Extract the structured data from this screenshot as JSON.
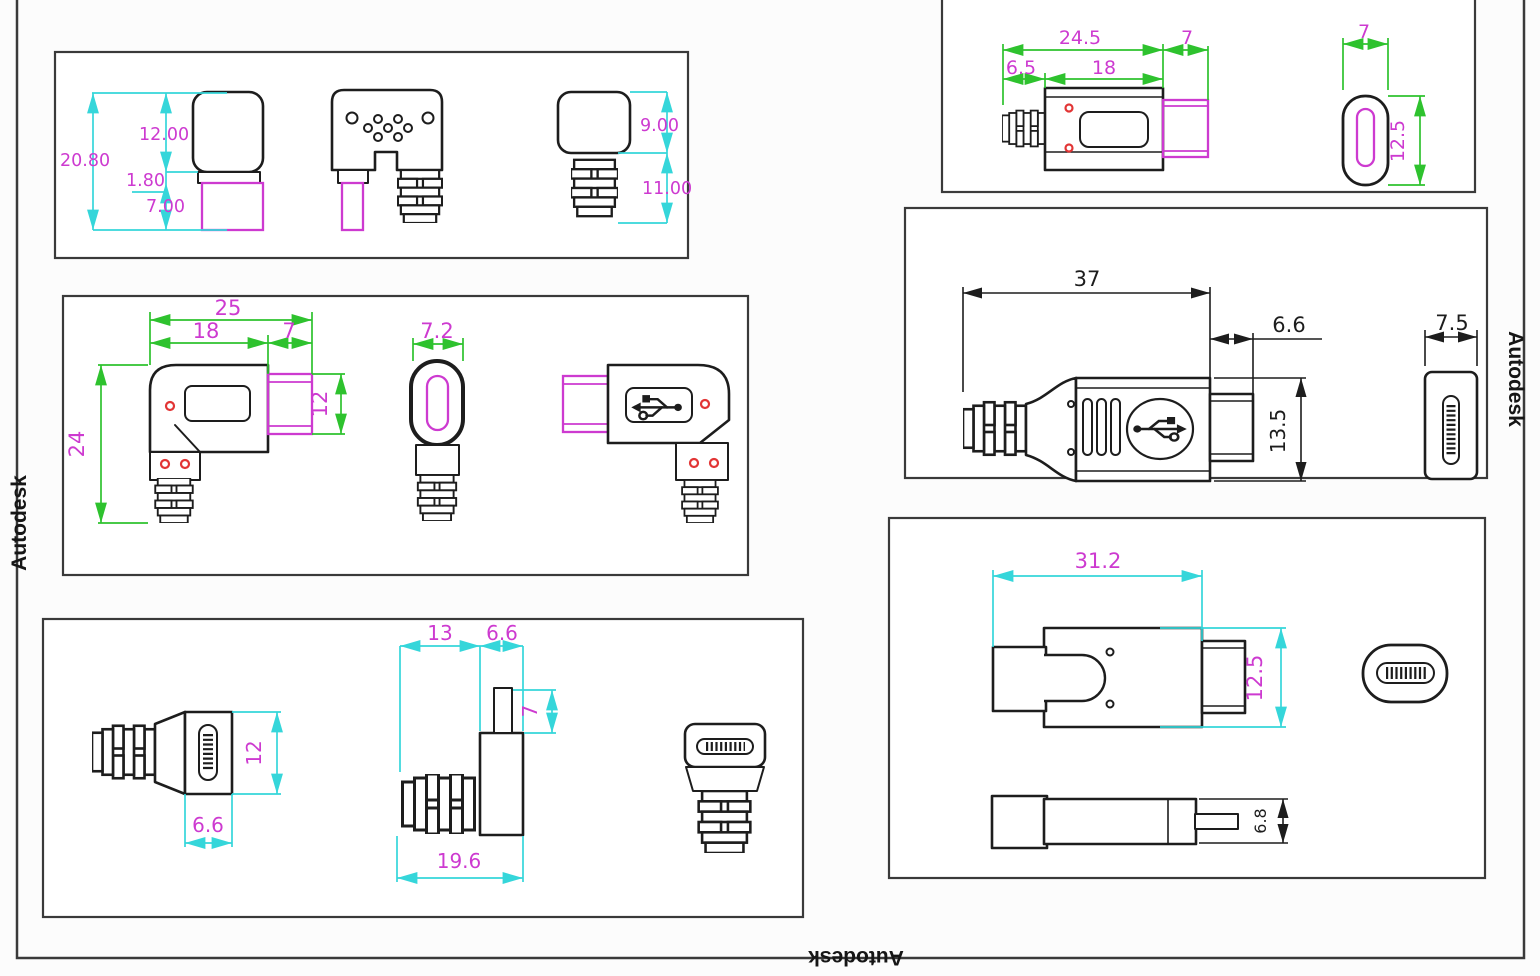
{
  "watermarks": {
    "left": "Autodesk",
    "right": "Autodesk",
    "bottom": "Autodesk"
  },
  "colors": {
    "dimension_line_cyan": "#35d6da",
    "dimension_line_green": "#2ec22e",
    "dimension_text_magenta": "#cd3ad0",
    "outline_black": "#1d1d1d",
    "accent_red": "#e23535"
  },
  "panels": {
    "top_left": {
      "dims": {
        "overall_height": "20.80",
        "body_height": "12.00",
        "neck_height": "1.80",
        "plug_height": "7.00",
        "cap_height": "9.00",
        "boot_height": "11.00"
      }
    },
    "middle_left": {
      "dims": {
        "overall_width": "25",
        "body_width": "18",
        "plug_width": "7",
        "overall_height": "24",
        "plug_height": "12",
        "front_width": "7.2"
      }
    },
    "bottom_left": {
      "dims": {
        "head_height": "12",
        "head_width": "6.6",
        "body_width": "13",
        "stem_width": "6.6",
        "stem_height": "7",
        "overall_width": "19.6"
      }
    },
    "top_right": {
      "dims": {
        "overall_width": "24.5",
        "plug_width": "7",
        "boot_width": "6.5",
        "body_width": "18",
        "front_width": "7",
        "front_height": "12.5"
      }
    },
    "middle_right": {
      "dims": {
        "overall_width": "37",
        "tip_width": "6.6",
        "body_height": "13.5",
        "front_width": "7.5"
      }
    },
    "bottom_right": {
      "dims": {
        "overall_width": "31.2",
        "body_height": "12.5",
        "side_height": "6.8"
      }
    }
  }
}
